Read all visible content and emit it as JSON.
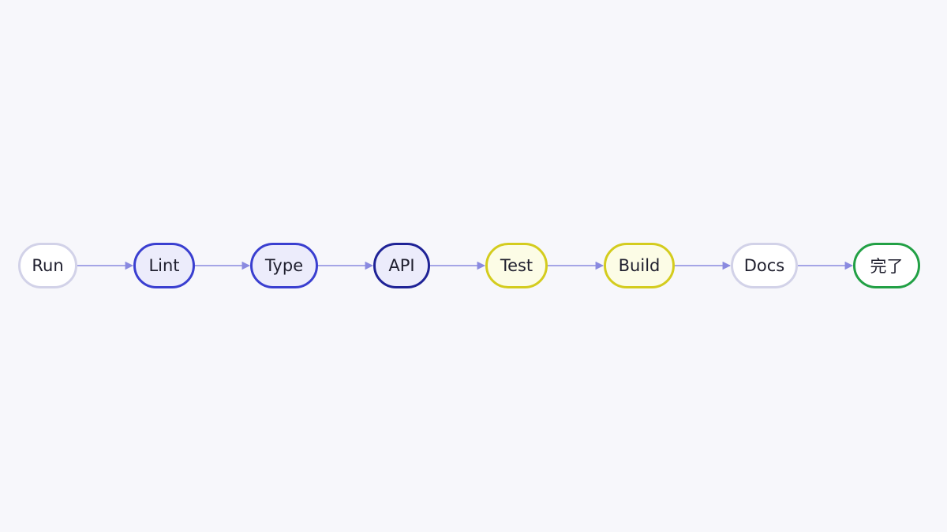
{
  "diagram": {
    "edge_color": "#8a8ae0",
    "nodes": [
      {
        "id": "run",
        "label": "Run",
        "status": "pending",
        "border": "#d2d2e8",
        "fill": "#ffffff"
      },
      {
        "id": "lint",
        "label": "Lint",
        "status": "active",
        "border": "#3a3fd0",
        "fill": "#ececfb"
      },
      {
        "id": "type",
        "label": "Type",
        "status": "active",
        "border": "#3a3fd0",
        "fill": "#ececfb"
      },
      {
        "id": "api",
        "label": "API",
        "status": "current",
        "border": "#1f2396",
        "fill": "#ececfb"
      },
      {
        "id": "test",
        "label": "Test",
        "status": "waiting",
        "border": "#d4cc1e",
        "fill": "#fcfce6"
      },
      {
        "id": "build",
        "label": "Build",
        "status": "waiting",
        "border": "#d4cc1e",
        "fill": "#fcfce6"
      },
      {
        "id": "docs",
        "label": "Docs",
        "status": "pending",
        "border": "#d2d2e8",
        "fill": "#ffffff"
      },
      {
        "id": "done",
        "label": "完了",
        "status": "done",
        "border": "#22a045",
        "fill": "#ffffff"
      }
    ],
    "edges": [
      {
        "from": "run",
        "to": "lint"
      },
      {
        "from": "lint",
        "to": "type"
      },
      {
        "from": "type",
        "to": "api"
      },
      {
        "from": "api",
        "to": "test"
      },
      {
        "from": "test",
        "to": "build"
      },
      {
        "from": "build",
        "to": "docs"
      },
      {
        "from": "docs",
        "to": "done"
      }
    ]
  }
}
